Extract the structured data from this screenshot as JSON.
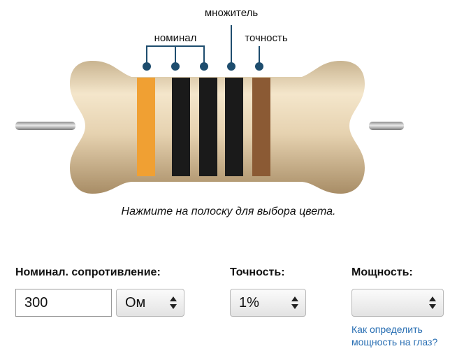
{
  "diagram": {
    "label_multiplier": "множитель",
    "label_nominal": "номинал",
    "label_tolerance": "точность",
    "bands": [
      {
        "name": "band-1",
        "color": "#f0a033"
      },
      {
        "name": "band-2",
        "color": "#1a1a1a"
      },
      {
        "name": "band-3",
        "color": "#1a1a1a"
      },
      {
        "name": "band-multiplier",
        "color": "#1a1a1a"
      },
      {
        "name": "band-tolerance",
        "color": "#8b5a34"
      }
    ],
    "body_color": "#e3cfae",
    "marker_color": "#1e4d6e"
  },
  "hint": "Нажмите на полоску для выбора цвета.",
  "form": {
    "resistance_label": "Номинал. сопротивление:",
    "resistance_value": "300",
    "unit_value": "Ом",
    "tolerance_label": "Точность:",
    "tolerance_value": "1%",
    "power_label": "Мощность:",
    "power_value": "",
    "help_link_line1": "Как определить",
    "help_link_line2": "мощность на глаз?"
  }
}
